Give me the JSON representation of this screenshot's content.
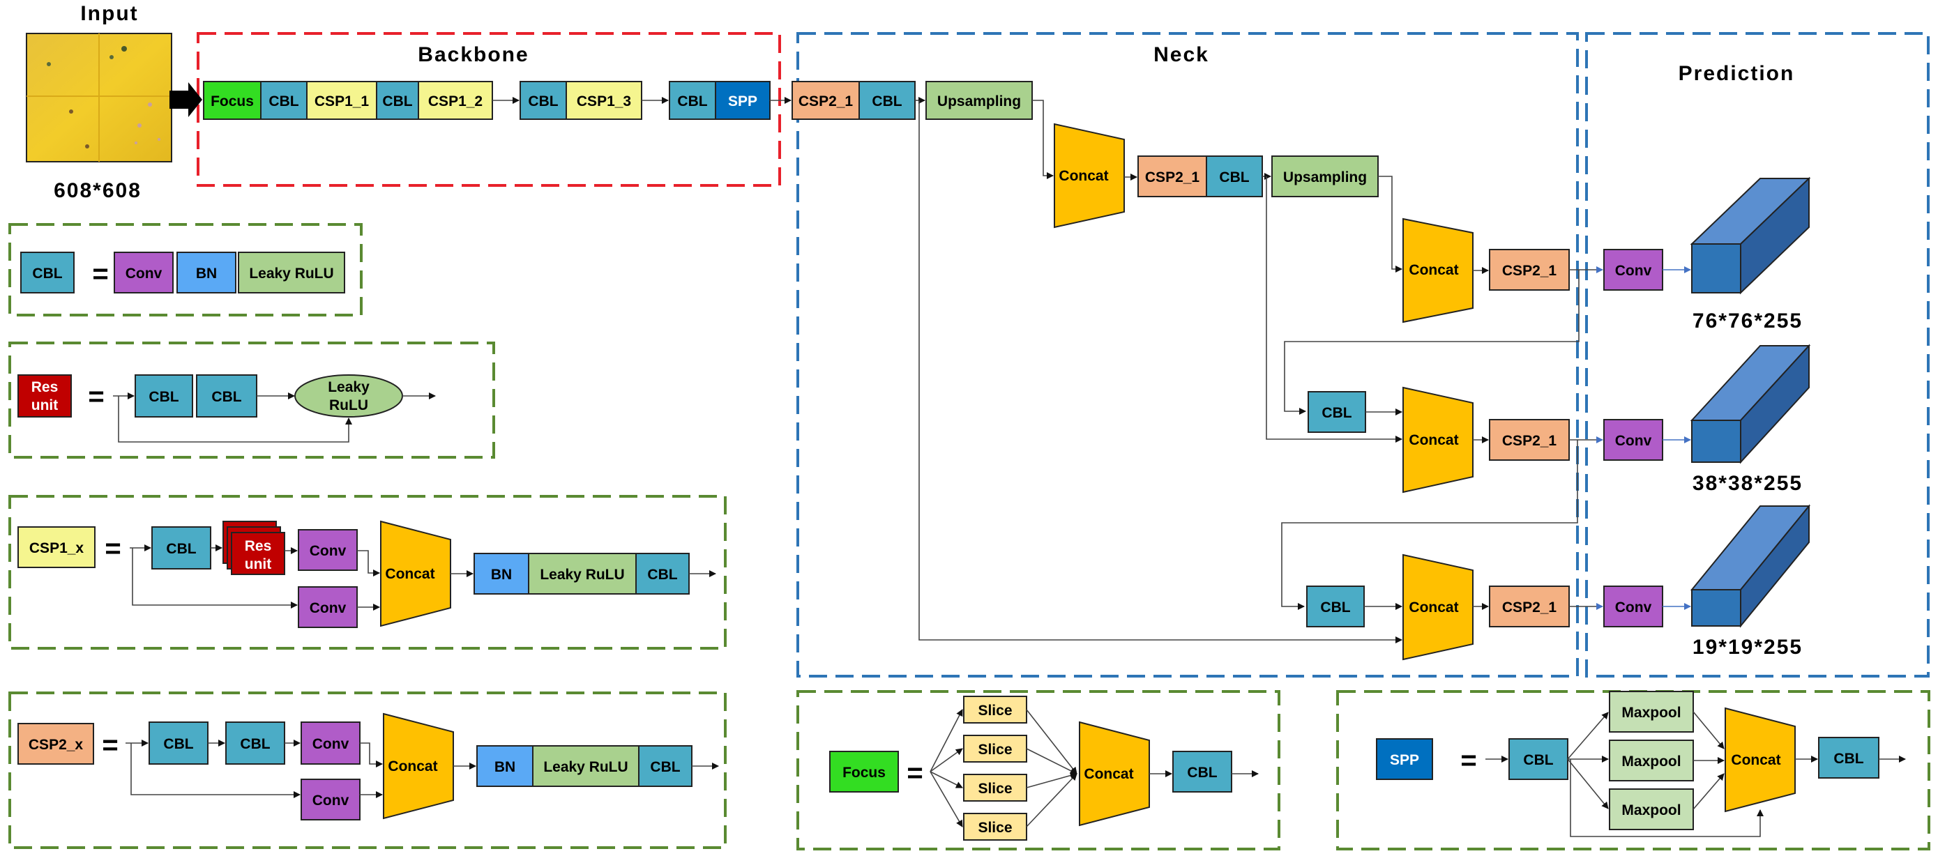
{
  "sections": {
    "input": "Input",
    "backbone": "Backbone",
    "neck": "Neck",
    "prediction": "Prediction"
  },
  "labels": {
    "input_size": "608*608",
    "out_76": "76*76*255",
    "out_38": "38*38*255",
    "out_19": "19*19*255",
    "focus": "Focus",
    "cbl": "CBL",
    "csp1_1": "CSP1_1",
    "csp1_2": "CSP1_2",
    "csp1_3": "CSP1_3",
    "spp": "SPP",
    "csp2_1": "CSP2_1",
    "upsampling": "Upsampling",
    "concat": "Concat",
    "conv": "Conv",
    "bn": "BN",
    "leaky_relu": "Leaky RuLU",
    "leaky": "Leaky",
    "rulu": "RuLU",
    "res": "Res",
    "unit": "unit",
    "csp1_x": "CSP1_x",
    "csp2_x": "CSP2_x",
    "slice": "Slice",
    "maxpool": "Maxpool",
    "equals": "="
  },
  "colors": {
    "focus": "#33dd22",
    "cbl": "#4bacc6",
    "csp1": "#f5f58f",
    "spp": "#0070c0",
    "csp2": "#f4b183",
    "upsampling": "#a9d18e",
    "concat": "#ffc000",
    "conv": "#b05cc8",
    "bn": "#5aa9f5",
    "leaky": "#a9d18e",
    "res": "#c00000",
    "slice": "#ffe699",
    "maxpool": "#c5e0b4",
    "cube_front": "#2e75b6",
    "backbone_border": "#e8212b",
    "neck_border": "#2e75b6",
    "legend_border": "#5a8a32"
  }
}
